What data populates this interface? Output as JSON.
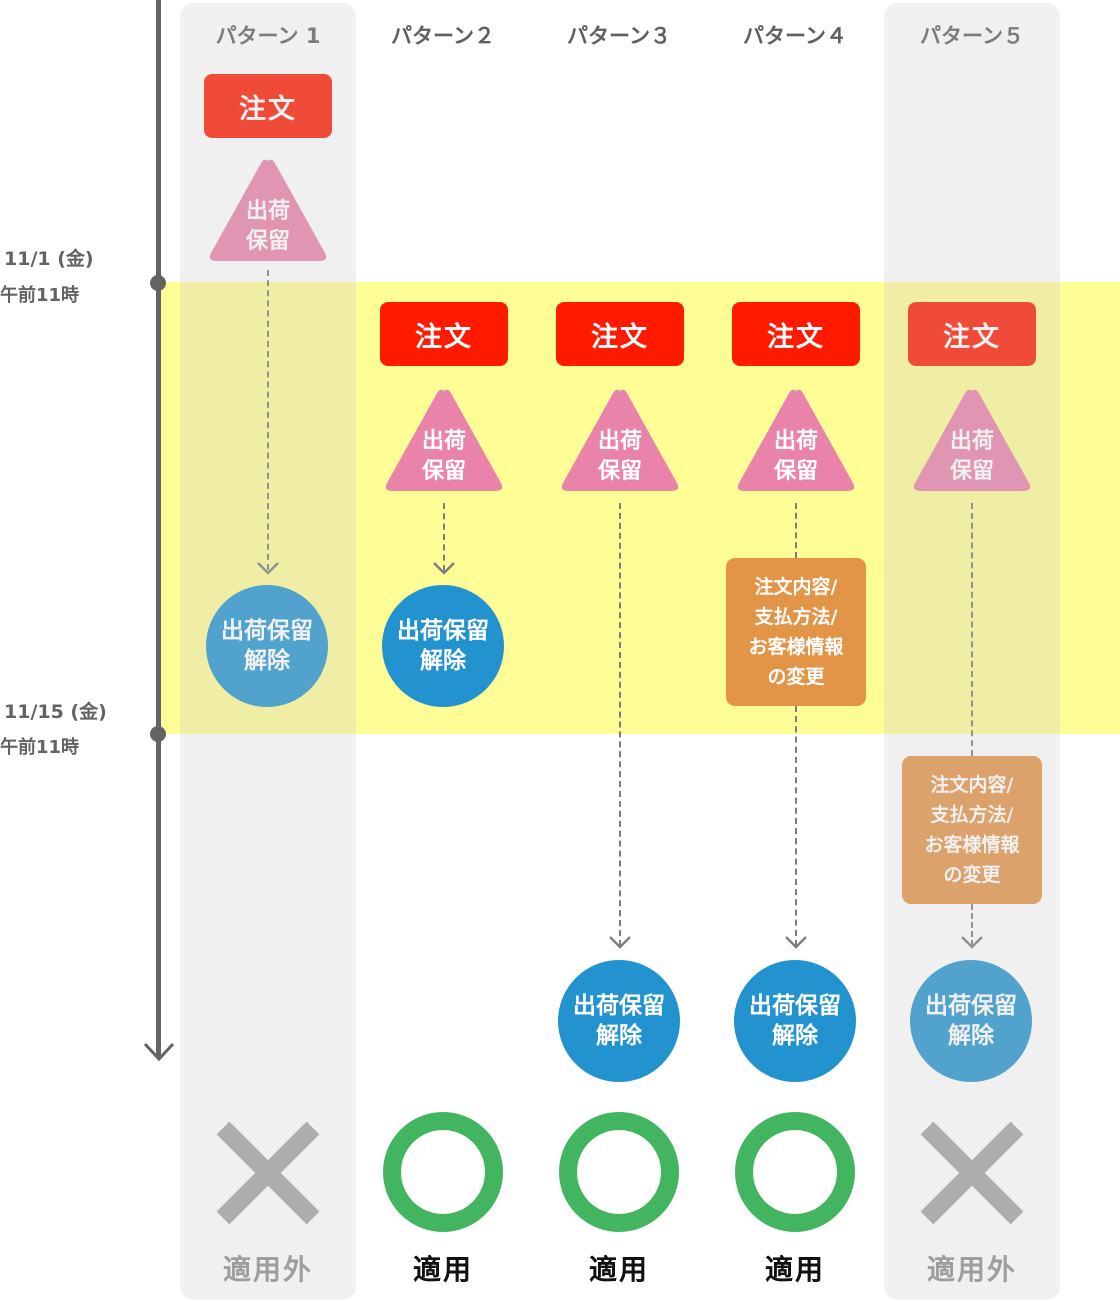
{
  "colors": {
    "timeline": "#636363",
    "highlight_band": "#fffd96",
    "order": "#ff1a00",
    "hold": "#e983a9",
    "release": "#2393cf",
    "change": "#e29447",
    "applicable": "#43b460",
    "not_applicable": "#a2a3a2"
  },
  "timeline": {
    "start": {
      "date": "11/1 (金)",
      "time": "午前11時"
    },
    "end": {
      "date": "11/15 (金)",
      "time": "午前11時"
    }
  },
  "labels": {
    "order": "注文",
    "hold_line1": "出荷",
    "hold_line2": "保留",
    "release_line1": "出荷保留",
    "release_line2": "解除",
    "change_line1": "注文内容/",
    "change_line2": "支払方法/",
    "change_line3": "お客様情報",
    "change_line4": "の変更"
  },
  "patterns": [
    {
      "name": "パターン 1",
      "order_timing": "before 11/1",
      "change": "none",
      "release_timing": "within period",
      "result_icon": "cross-icon",
      "result": "適用外",
      "applicable": false
    },
    {
      "name": "パターン２",
      "order_timing": "within period",
      "change": "none",
      "release_timing": "within period",
      "result_icon": "circle-icon",
      "result": "適用",
      "applicable": true
    },
    {
      "name": "パターン３",
      "order_timing": "within period",
      "change": "none",
      "release_timing": "after 11/15",
      "result_icon": "circle-icon",
      "result": "適用",
      "applicable": true
    },
    {
      "name": "パターン４",
      "order_timing": "within period",
      "change": "within period",
      "release_timing": "after 11/15",
      "result_icon": "circle-icon",
      "result": "適用",
      "applicable": true
    },
    {
      "name": "パターン５",
      "order_timing": "within period",
      "change": "after 11/15",
      "release_timing": "after 11/15",
      "result_icon": "cross-icon",
      "result": "適用外",
      "applicable": false
    }
  ]
}
